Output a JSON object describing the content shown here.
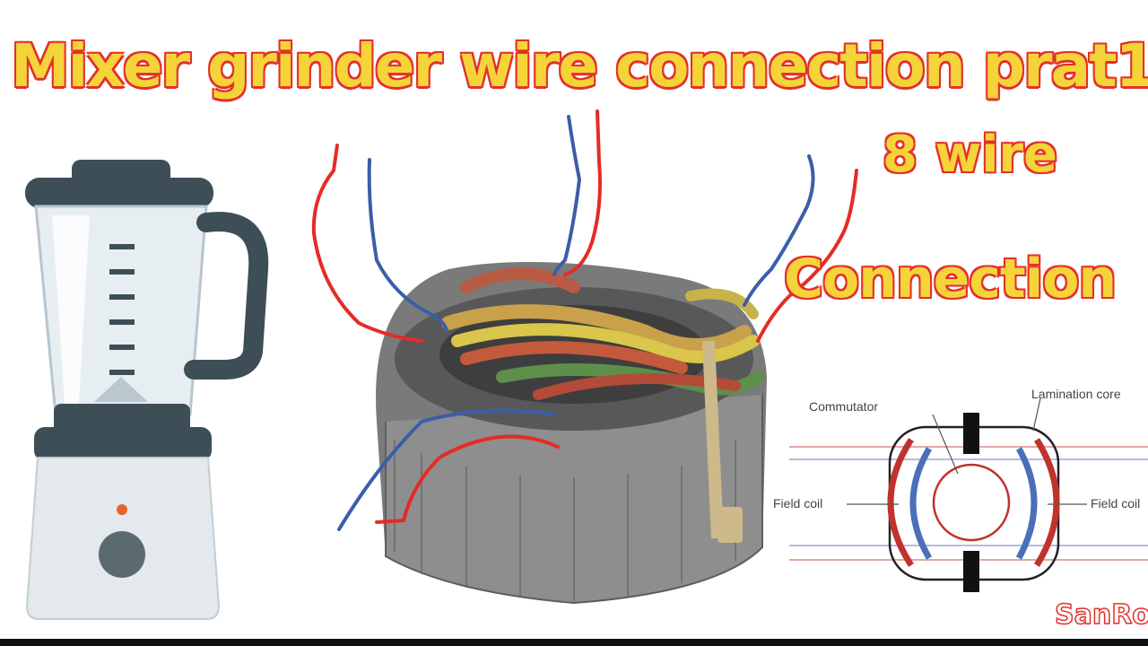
{
  "title": "Mixer grinder wire connection  prat1",
  "subtitle_wires": "8 wire",
  "subtitle_connection": "Connection",
  "diagram": {
    "label_commutator": "Commutator",
    "label_lamination": "Lamination core",
    "label_field_left": "Field coil",
    "label_field_right": "Field coil"
  },
  "watermark": "SanRo",
  "colors": {
    "title_fill": "#f5d43a",
    "title_outline": "#e3302b",
    "wire_red": "#e52b25",
    "wire_blue": "#3a5fa8"
  },
  "icons": [
    "blender-icon",
    "motor-stator-image",
    "motor-diagram"
  ]
}
